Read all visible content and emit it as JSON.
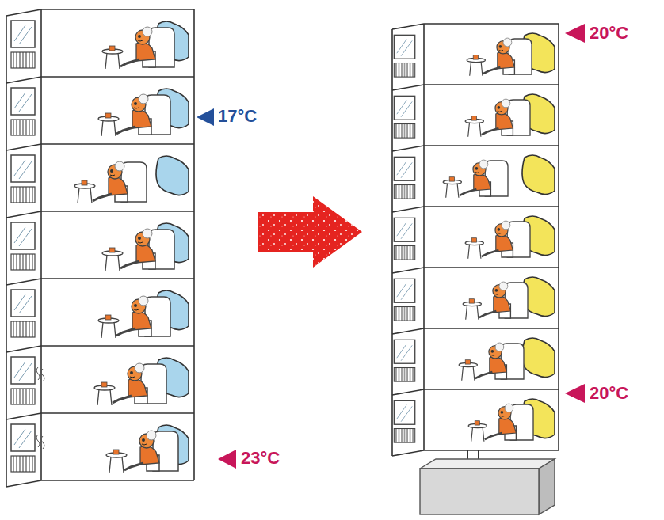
{
  "diagram": {
    "labels": [
      "17°C",
      "23°C",
      "20°C",
      "20°C"
    ]
  }
}
